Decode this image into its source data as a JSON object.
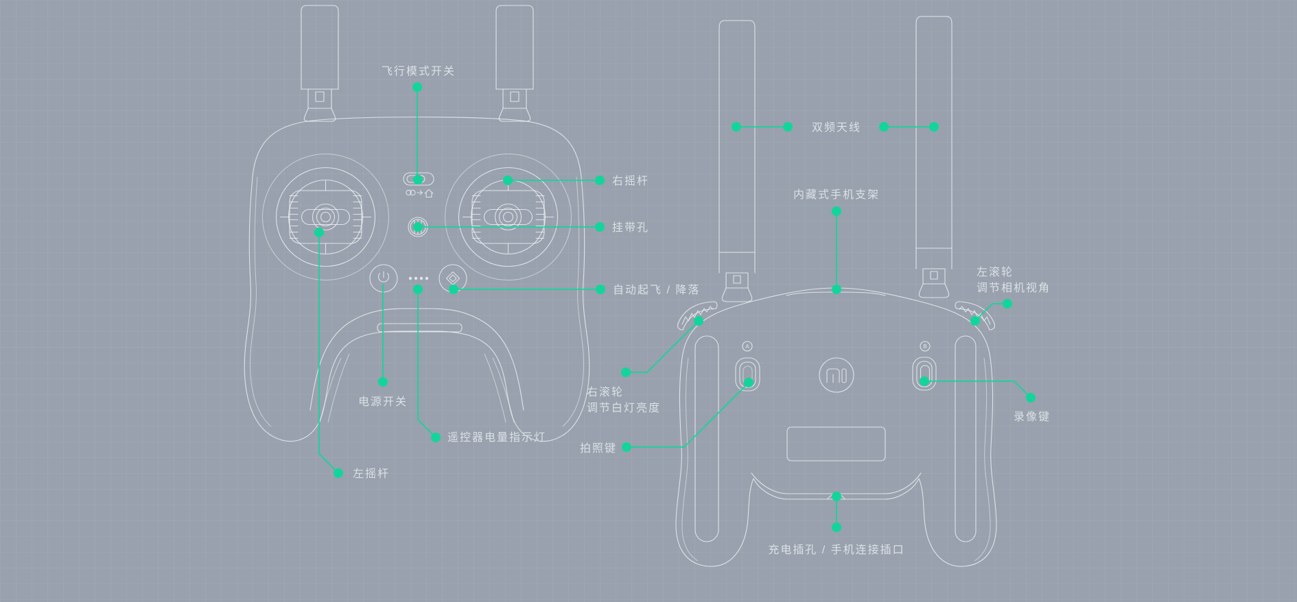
{
  "colors": {
    "background": "#98a1ad",
    "grid_line": "rgba(255,255,255,0.055)",
    "artwork_line": "#f3f6f8",
    "accent": "#13d59c",
    "label_text": "#dce1e7"
  },
  "front_view": {
    "callouts": {
      "flight_mode_switch": "飞行模式开关",
      "right_stick": "右摇杆",
      "strap_hole": "挂带孔",
      "auto_takeoff_landing": "自动起飞 / 降落",
      "power_switch": "电源开关",
      "battery_indicator": "遥控器电量指示灯",
      "left_stick": "左摇杆"
    },
    "icons": [
      "flight-mode-toggle",
      "loop-mode-icon",
      "arrow-right-icon",
      "home-icon",
      "strap-hole-icon",
      "power-icon",
      "battery-led-dots",
      "diamond-takeoff-icon",
      "left-stick",
      "right-stick"
    ]
  },
  "back_view": {
    "callouts": {
      "dual_band_antenna": "双频天线",
      "phone_holder": "内藏式手机支架",
      "left_wheel_title": "左滚轮",
      "left_wheel_desc": "调节相机视角",
      "right_wheel_title": "右滚轮",
      "right_wheel_desc": "调节白灯亮度",
      "photo_button": "拍照键",
      "record_button": "录像键",
      "charging_port": "充电插孔 / 手机连接插口"
    },
    "button_a_label": "A",
    "button_b_label": "B",
    "icons": [
      "mi-logo-icon",
      "scroll-wheel-left",
      "scroll-wheel-right",
      "photo-button",
      "record-button",
      "phone-holder-slots",
      "charging-port-notch"
    ]
  }
}
